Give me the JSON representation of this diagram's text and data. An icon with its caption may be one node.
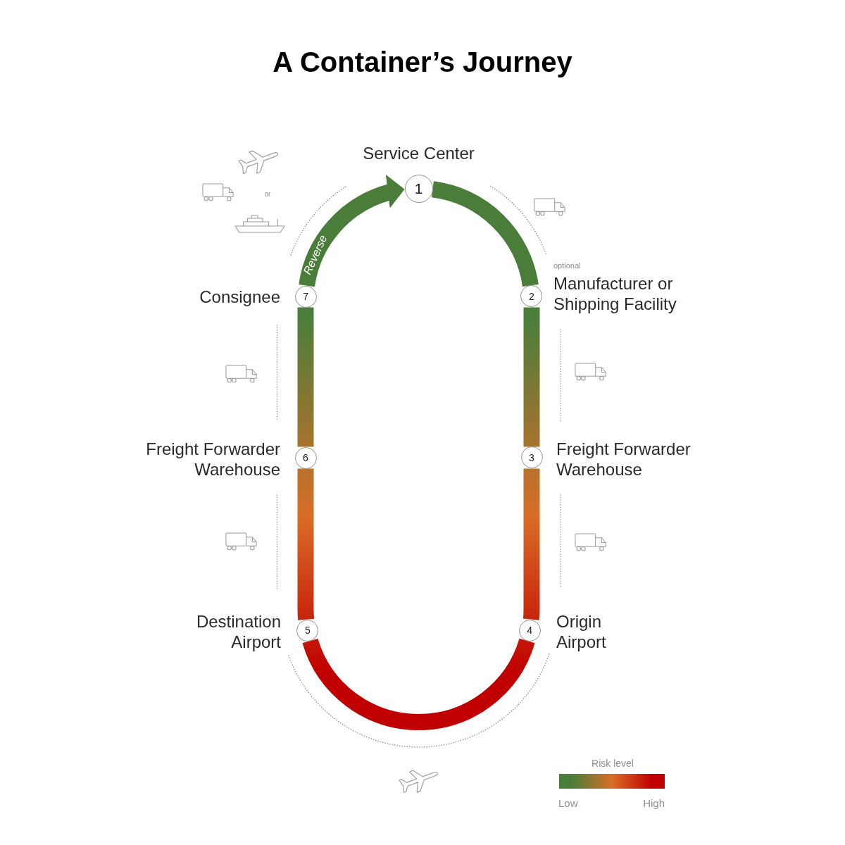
{
  "diagram": {
    "title": "A Container’s Journey",
    "nodes": [
      {
        "text": [
          "1"
        ],
        "beside": [
          "Service Center"
        ]
      },
      {
        "text": [
          "2"
        ],
        "beside": [
          "optional",
          "Manufacturer or Shipping Facility"
        ]
      },
      {
        "text": [
          "3"
        ],
        "beside": [
          "Freight Forwarder Warehouse"
        ]
      },
      {
        "text": [
          "4"
        ],
        "beside": [
          "Origin Airport"
        ]
      },
      {
        "text": [
          "5"
        ],
        "beside": [
          "Destination Airport"
        ]
      },
      {
        "text": [
          "6"
        ],
        "beside": [
          "Freight Forwarder Warehouse"
        ]
      },
      {
        "text": [
          "7"
        ],
        "beside": [
          "Consignee"
        ]
      }
    ],
    "edges": [
      {
        "from": 0,
        "to": 1,
        "arrow": "none"
      },
      {
        "from": 1,
        "to": 2,
        "arrow": "none"
      },
      {
        "from": 2,
        "to": 3,
        "arrow": "none"
      },
      {
        "from": 3,
        "to": 4,
        "arrow": "none"
      },
      {
        "from": 4,
        "to": 5,
        "arrow": "none"
      },
      {
        "from": 5,
        "to": 6,
        "arrow": "none"
      },
      {
        "from": 6,
        "to": 0,
        "arrow": "to",
        "label": "Reverse"
      }
    ],
    "labels": [
      "or",
      "Risk level"
    ],
    "legend": [
      {
        "text": "Low",
        "color": "#4b7d3a"
      },
      {
        "text": "High",
        "color": "#c00000"
      }
    ]
  }
}
